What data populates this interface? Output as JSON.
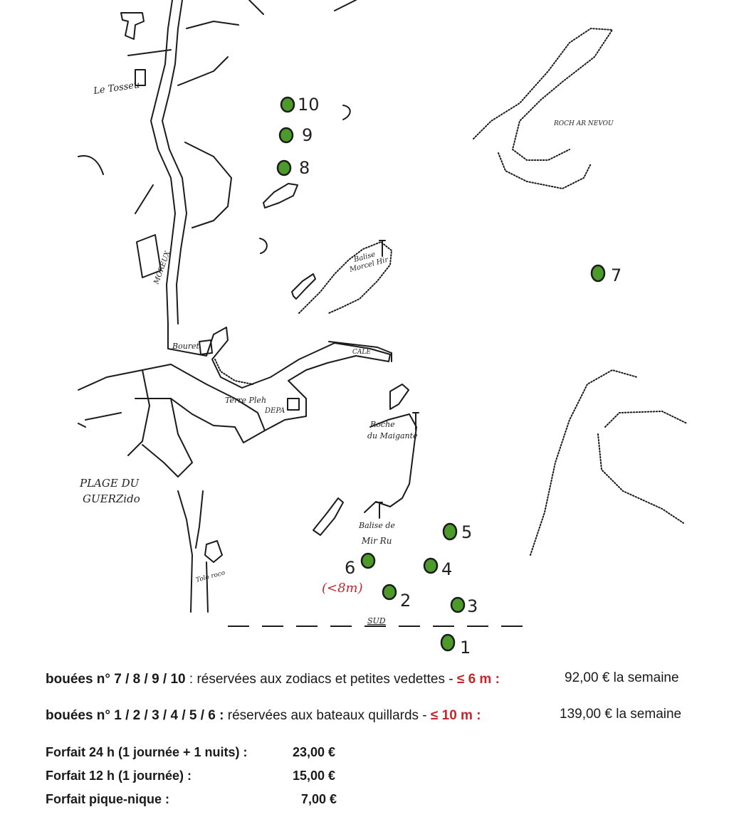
{
  "map": {
    "labels": {
      "le_tosseu": "Le Tosseu",
      "moreux": "MOREUX",
      "bourse": "Bouret",
      "cale": "CALE",
      "terre_plein": "Terre Pleh",
      "depart": "DEPA",
      "plage": "PLAGE DU",
      "plage2": "GUERZido",
      "tol_roc": "Tolo roco",
      "balise_morcel": "Balise",
      "balise_morcel2": "Morcel Hir",
      "roch_ar_nevou": "ROCH AR NEVOU",
      "roche_maigante": "Roche",
      "roche_maigante2": "du Maigante",
      "balise_mir": "Balise de",
      "balise_mir2": "Mir Ru",
      "sud": "SUD",
      "note_6": "(<8m)"
    },
    "buoys": [
      {
        "id": "1",
        "label": "1"
      },
      {
        "id": "2",
        "label": "2"
      },
      {
        "id": "3",
        "label": "3"
      },
      {
        "id": "4",
        "label": "4"
      },
      {
        "id": "5",
        "label": "5"
      },
      {
        "id": "6",
        "label": "6"
      },
      {
        "id": "7",
        "label": "7"
      },
      {
        "id": "8",
        "label": "8"
      },
      {
        "id": "9",
        "label": "9"
      },
      {
        "id": "10",
        "label": "10"
      }
    ],
    "colors": {
      "buoy": "#4b9a2a",
      "note": "#c0282d"
    }
  },
  "tariffs": {
    "line1": {
      "bold": "bouées n° 7 / 8 / 9 / 10",
      "text": " : réservées aux zodiacs et petites vedettes - ",
      "limit": "≤ 6 m :",
      "price": "92,00 € la semaine"
    },
    "line2": {
      "bold": "bouées n° 1 / 2 / 3 / 4 / 5 / 6  :",
      "text": "  réservées aux bateaux quillards - ",
      "limit": "≤ 10 m :",
      "price": "139,00 € la semaine"
    },
    "forfaits": [
      {
        "label": "Forfait 24 h (1 journée + 1 nuits) :",
        "price": "23,00 €"
      },
      {
        "label": "Forfait 12 h (1 journée) :",
        "price": "15,00 €"
      },
      {
        "label": "Forfait pique-nique :",
        "price": "7,00 €"
      }
    ]
  }
}
